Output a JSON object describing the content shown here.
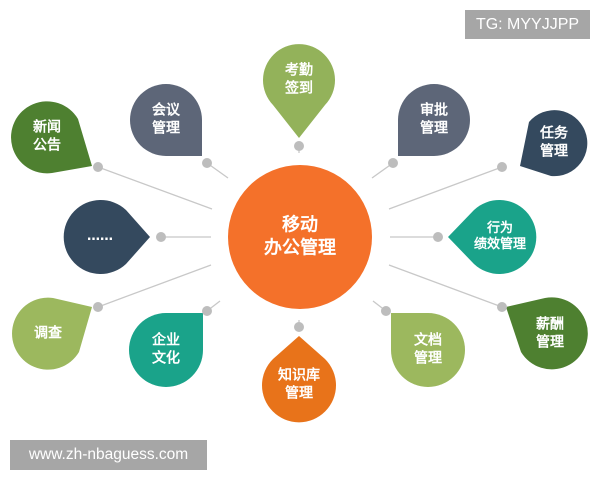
{
  "diagram": {
    "type": "hub-and-spoke",
    "center": {
      "line1": "移动",
      "line2": "办公管理",
      "color": "#f4712a"
    },
    "connector_color": "#c8c8c8",
    "dot_color": "#bdbdbd",
    "nodes": [
      {
        "id": "news",
        "line1": "新闻",
        "line2": "公告",
        "color": "#4e8030"
      },
      {
        "id": "meeting",
        "line1": "会议",
        "line2": "管理",
        "color": "#5d6678"
      },
      {
        "id": "attendance",
        "line1": "考勤",
        "line2": "签到",
        "color": "#93b25a"
      },
      {
        "id": "approval",
        "line1": "审批",
        "line2": "管理",
        "color": "#5d6678"
      },
      {
        "id": "task",
        "line1": "任务",
        "line2": "管理",
        "color": "#34495e"
      },
      {
        "id": "more",
        "line1": "……",
        "line2": "",
        "color": "#34495e"
      },
      {
        "id": "performance",
        "line1": "行为",
        "line2": "绩效管理",
        "color": "#1aa38a"
      },
      {
        "id": "survey",
        "line1": "调查",
        "line2": "",
        "color": "#9cb85e"
      },
      {
        "id": "culture",
        "line1": "企业",
        "line2": "文化",
        "color": "#1aa38a"
      },
      {
        "id": "knowledge",
        "line1": "知识库",
        "line2": "管理",
        "color": "#e8731a"
      },
      {
        "id": "document",
        "line1": "文档",
        "line2": "管理",
        "color": "#9cb85e"
      },
      {
        "id": "salary",
        "line1": "薪酬",
        "line2": "管理",
        "color": "#4e8030"
      }
    ]
  },
  "watermarks": {
    "top_right": "TG: MYYJJPP",
    "bottom_left": "www.zh-nbaguess.com"
  }
}
